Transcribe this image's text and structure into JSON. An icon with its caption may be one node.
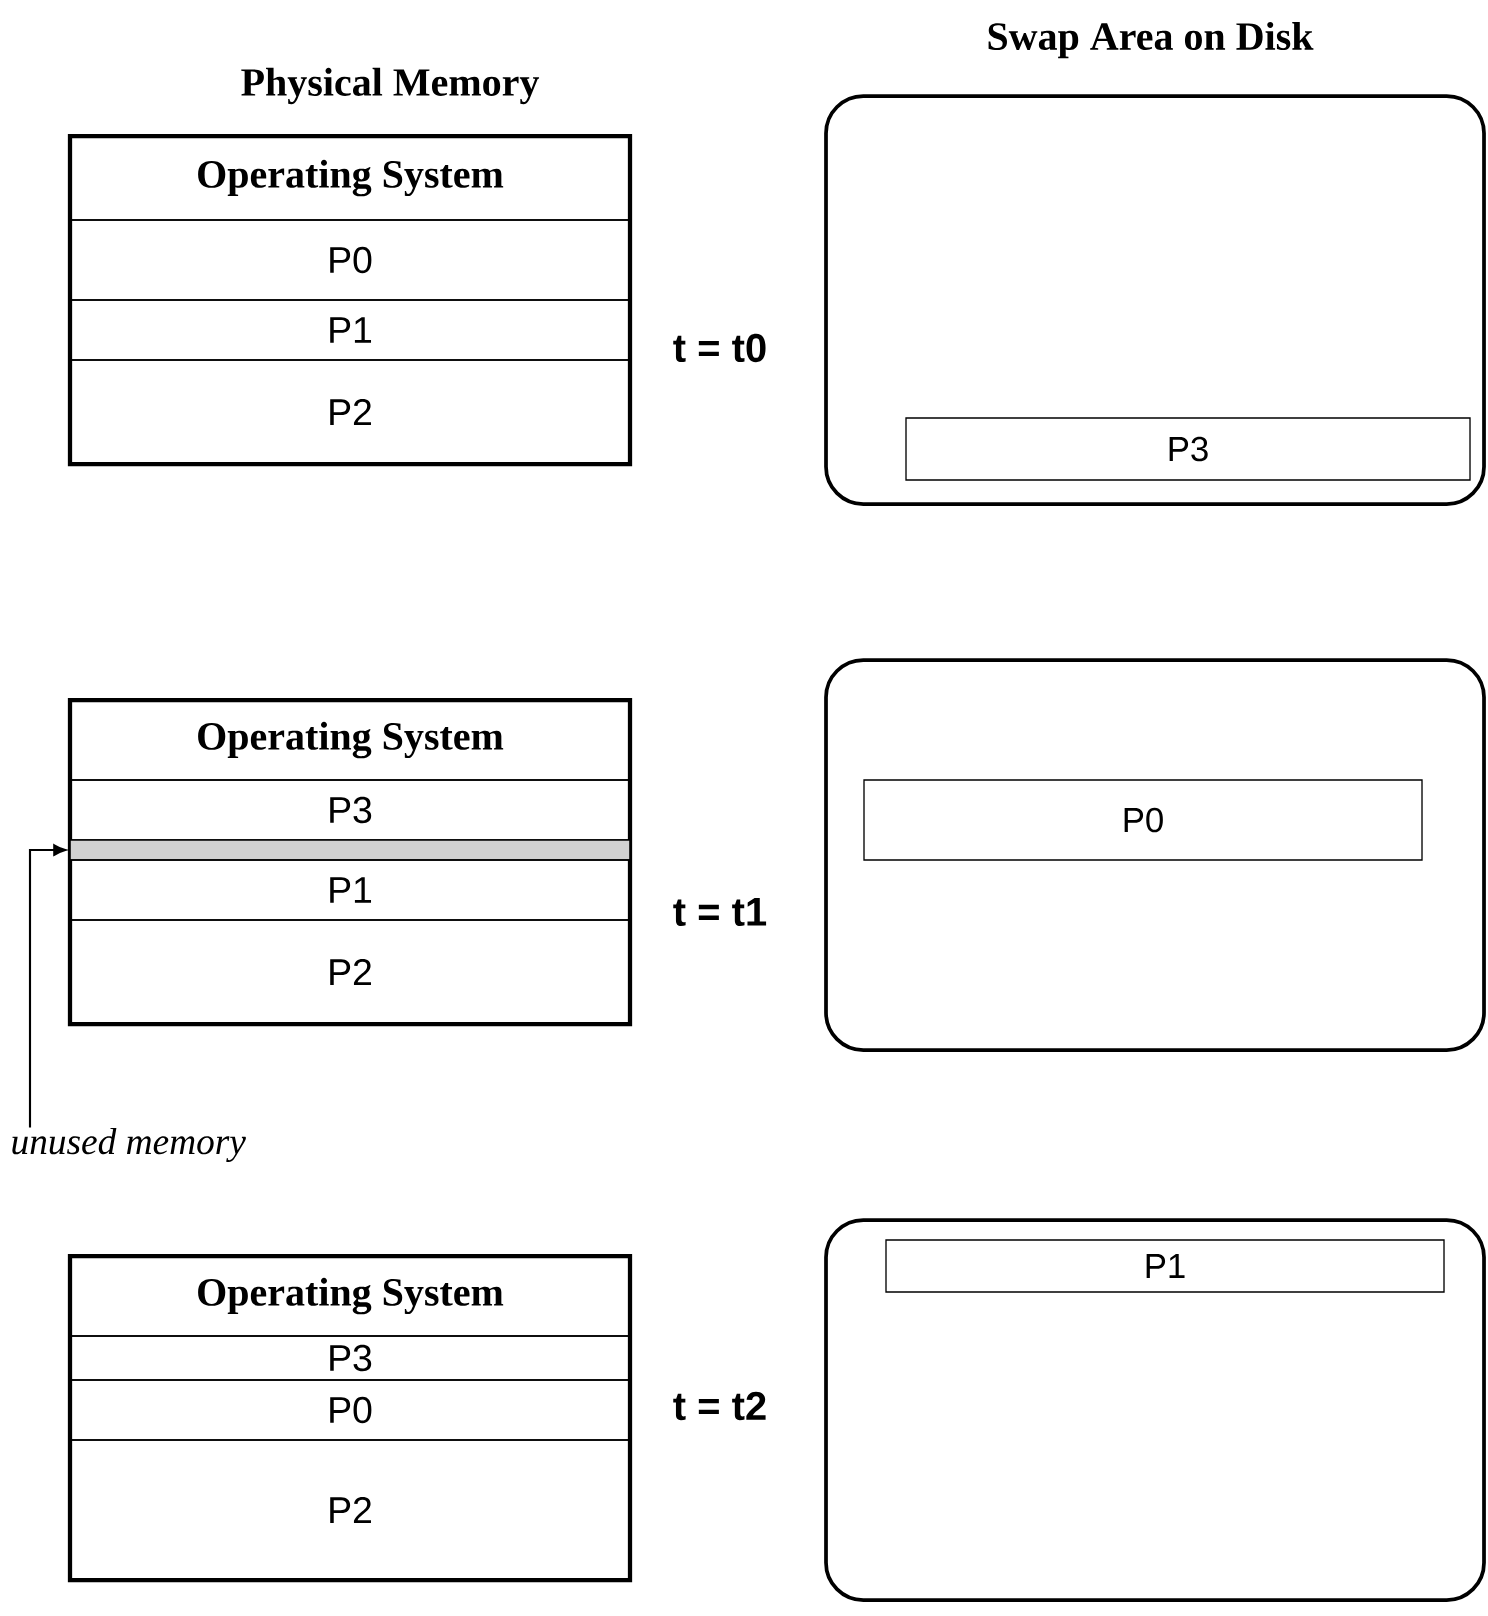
{
  "diagram": {
    "nodes": [
      {
        "text": [],
        "shape": "box"
      },
      {
        "text": [
          "Operating System"
        ],
        "in": 0
      },
      {
        "text": [
          "P0"
        ],
        "in": 0
      },
      {
        "text": [
          "P1"
        ],
        "in": 0
      },
      {
        "text": [
          "P2"
        ],
        "in": 0
      },
      {
        "text": [],
        "shape": "box"
      },
      {
        "text": [
          "P3"
        ],
        "in": 5
      },
      {
        "text": [],
        "shape": "box"
      },
      {
        "text": [
          "Operating System"
        ],
        "in": 7
      },
      {
        "text": [
          "P3"
        ],
        "in": 7
      },
      {
        "text": [],
        "shape": "bar",
        "in": 7
      },
      {
        "text": [
          "P1"
        ],
        "in": 7
      },
      {
        "text": [
          "P2"
        ],
        "in": 7
      },
      {
        "text": [],
        "shape": "box"
      },
      {
        "text": [
          "P0"
        ],
        "in": 13
      },
      {
        "text": [
          "unused memory"
        ]
      },
      {
        "text": [],
        "shape": "box"
      },
      {
        "text": [
          "Operating System"
        ],
        "in": 16
      },
      {
        "text": [
          "P3"
        ],
        "in": 16
      },
      {
        "text": [
          "P0"
        ],
        "in": 16
      },
      {
        "text": [
          "P2"
        ],
        "in": 16
      },
      {
        "text": [],
        "shape": "box"
      },
      {
        "text": [
          "P1"
        ],
        "in": 21
      }
    ],
    "edges": [
      {
        "from": 15,
        "to": 10,
        "arrow": "to"
      }
    ],
    "labels": [
      "Swap Area on Disk",
      "Physical Memory",
      "t = t0",
      "t = t1",
      "t = t2"
    ]
  }
}
